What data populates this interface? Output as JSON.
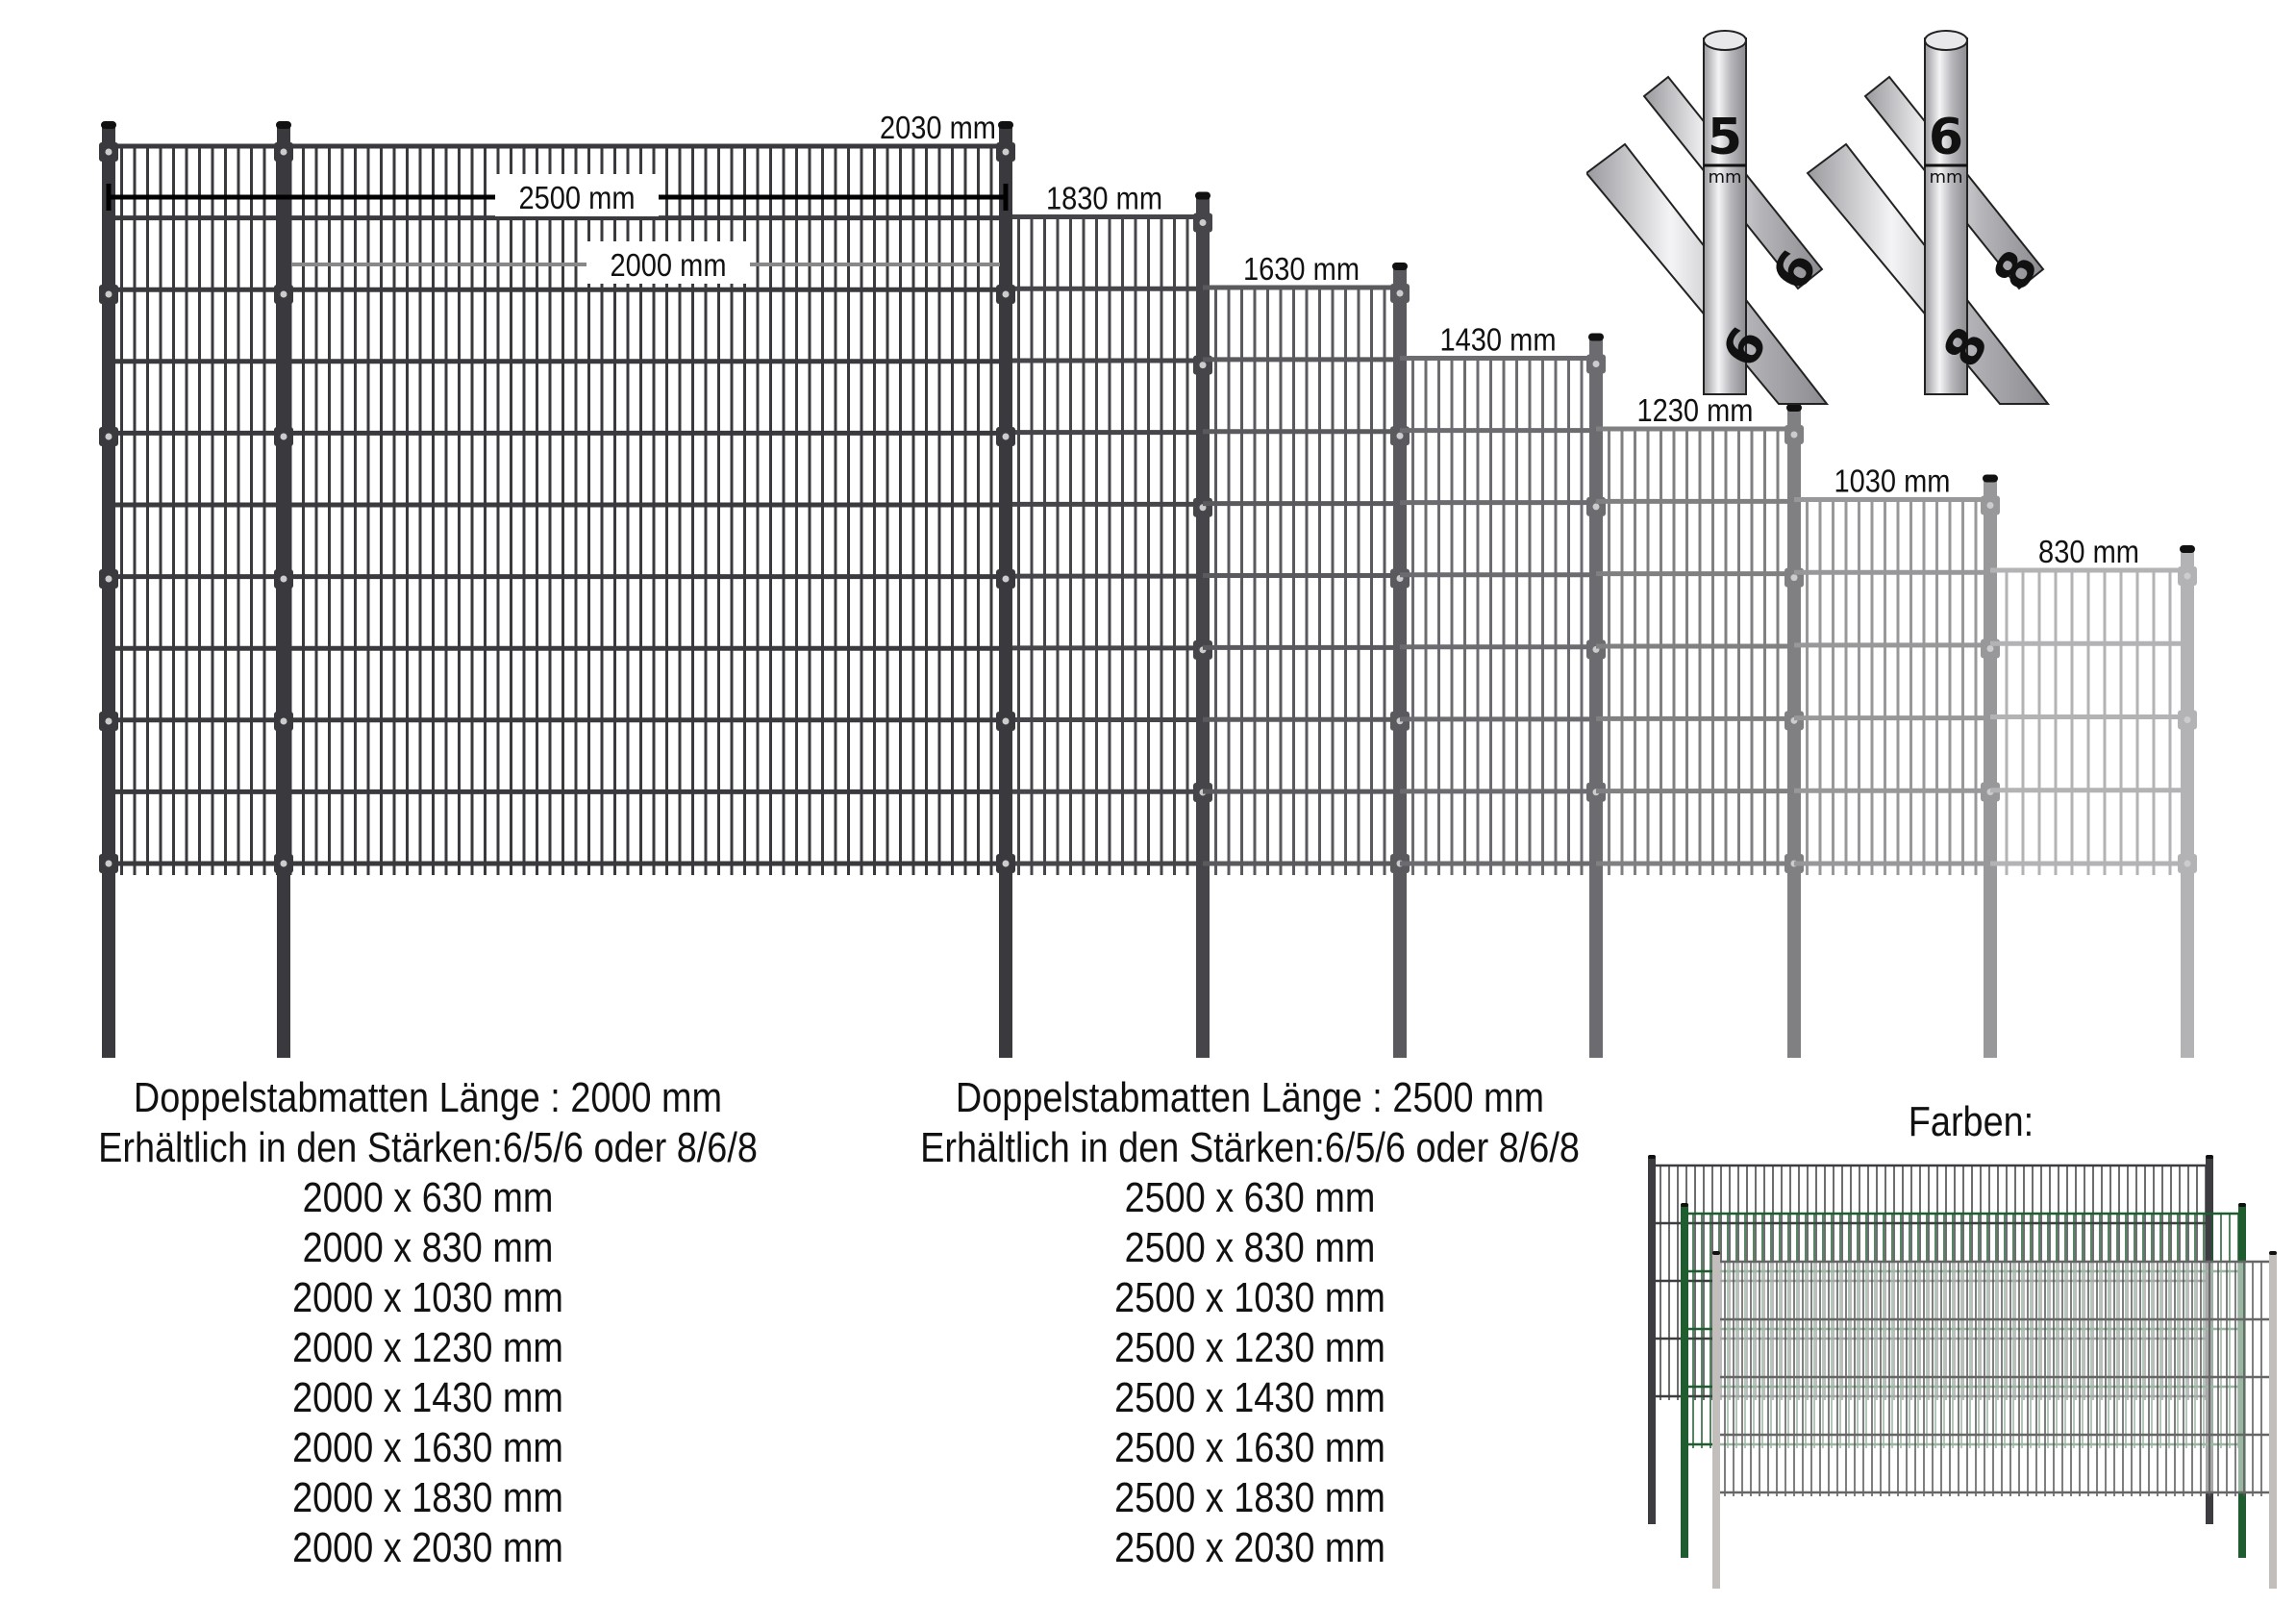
{
  "fence_diagram": {
    "panel_width_labels": {
      "long": "2500 mm",
      "short": "2000 mm"
    },
    "heights": [
      {
        "label": "2030 mm",
        "value_mm": 2030,
        "color": "#3a3a3e"
      },
      {
        "label": "1830 mm",
        "value_mm": 1830,
        "color": "#45454a"
      },
      {
        "label": "1630 mm",
        "value_mm": 1630,
        "color": "#5a5a5e"
      },
      {
        "label": "1430 mm",
        "value_mm": 1430,
        "color": "#6c6c70"
      },
      {
        "label": "1230 mm",
        "value_mm": 1230,
        "color": "#808083"
      },
      {
        "label": "1030 mm",
        "value_mm": 1030,
        "color": "#98989b"
      },
      {
        "label": "830 mm",
        "value_mm": 830,
        "color": "#b3b3b5"
      }
    ]
  },
  "wire_details": [
    {
      "vertical": "5",
      "horizontal_1": "6",
      "horizontal_2": "6",
      "unit": "mm"
    },
    {
      "vertical": "6",
      "horizontal_1": "8",
      "horizontal_2": "8",
      "unit": "mm"
    }
  ],
  "spec_2000": {
    "title": "Doppelstabmatten Länge : 2000 mm",
    "subtitle": "Erhältlich in den Stärken:6/5/6 oder 8/6/8",
    "sizes": [
      "2000 x 630 mm",
      "2000 x 830 mm",
      "2000 x 1030 mm",
      "2000 x 1230 mm",
      "2000 x 1430 mm",
      "2000 x 1630 mm",
      "2000 x 1830 mm",
      "2000 x 2030 mm"
    ]
  },
  "spec_2500": {
    "title": "Doppelstabmatten Länge : 2500 mm",
    "subtitle": "Erhältlich in den Stärken:6/5/6 oder 8/6/8",
    "sizes": [
      "2500 x 630 mm",
      "2500 x 830 mm",
      "2500 x 1030 mm",
      "2500 x 1230 mm",
      "2500 x 1430 mm",
      "2500 x 1630 mm",
      "2500 x 1830 mm",
      "2500 x 2030 mm"
    ]
  },
  "colors": {
    "title": "Farben:",
    "swatches": [
      {
        "name": "anthracite",
        "hex": "#3d3d41"
      },
      {
        "name": "green",
        "hex": "#1f5c30"
      },
      {
        "name": "silver",
        "hex": "#c2bebb"
      }
    ]
  }
}
